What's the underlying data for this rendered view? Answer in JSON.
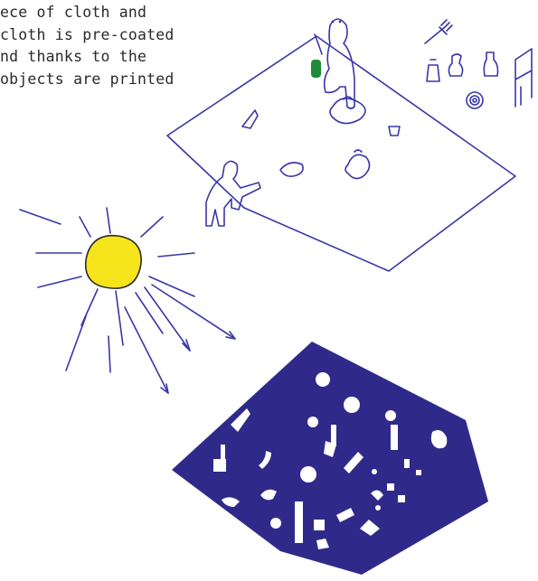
{
  "caption_lines": [
    "ece of cloth and",
    "cloth is pre-coated",
    "nd thanks to the",
    "objects are printed"
  ],
  "colors": {
    "ink": "#3a36a8",
    "print_blue": "#2f2a8a",
    "sun_fill": "#f7e51c",
    "bottle_green": "#1f8a3a"
  },
  "icons": [
    "sun-icon",
    "person-icon",
    "rake-icon",
    "chair-icon",
    "bottle-icon",
    "spiral-icon"
  ]
}
